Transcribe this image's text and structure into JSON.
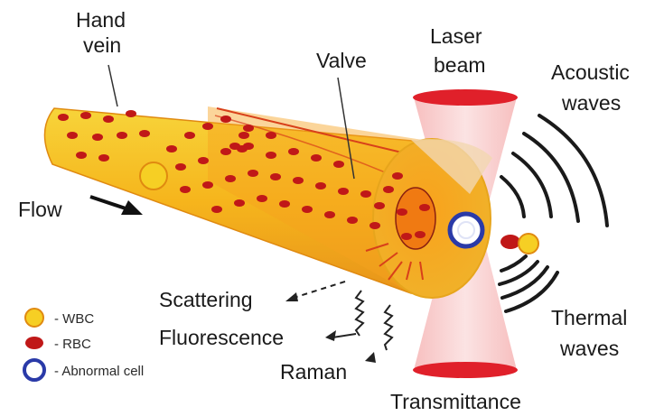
{
  "labels": {
    "hand_vein_line1": "Hand",
    "hand_vein_line2": "vein",
    "valve": "Valve",
    "laser_beam_line1": "Laser",
    "laser_beam_line2": "beam",
    "acoustic_line1": "Acoustic",
    "acoustic_line2": "waves",
    "flow": "Flow",
    "scattering": "Scattering",
    "fluorescence": "Fluorescence",
    "raman": "Raman",
    "thermal_line1": "Thermal",
    "thermal_line2": "waves",
    "transmittance": "Transmittance"
  },
  "legend": {
    "items": [
      {
        "label": "- WBC",
        "icon": "wbc-icon"
      },
      {
        "label": "- RBC",
        "icon": "rbc-icon"
      },
      {
        "label": "- Abnormal cell",
        "icon": "abnormal-cell-icon"
      }
    ]
  },
  "colors": {
    "vein_outer": "#f5c518",
    "vein_inner": "#f28c16",
    "rbc": "#c01818",
    "wbc": "#f6cf24",
    "abnormal_ring": "#2a3aa8",
    "laser_fill": "#f7c6c6",
    "laser_ends": "#e0202a",
    "waves": "#1a1a1a"
  }
}
